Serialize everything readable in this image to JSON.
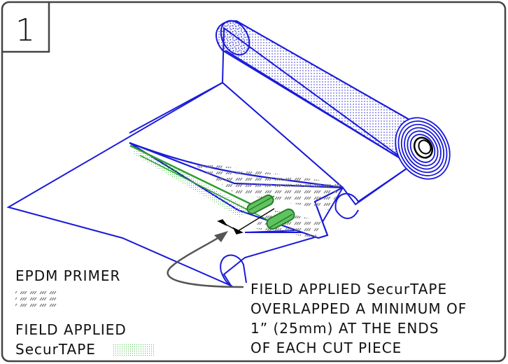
{
  "step_number": "1",
  "legend": {
    "primer_label": "EPDM PRIMER",
    "tape_label_line1": "FIELD APPLIED",
    "tape_label_line2": "SecurTAPE"
  },
  "callout": {
    "lines": [
      "FIELD APPLIED SecurTAPE",
      "OVERLAPPED A MINIMUM OF",
      "1” (25mm) AT THE ENDS",
      "OF EACH CUT PIECE"
    ]
  },
  "colors": {
    "membrane_outline": "#1a1ad9",
    "tape_green": "#2f9e2f",
    "tape_fill": "#7fdc7f",
    "primer_gray": "#7a7a7a",
    "frame": "#444444"
  }
}
